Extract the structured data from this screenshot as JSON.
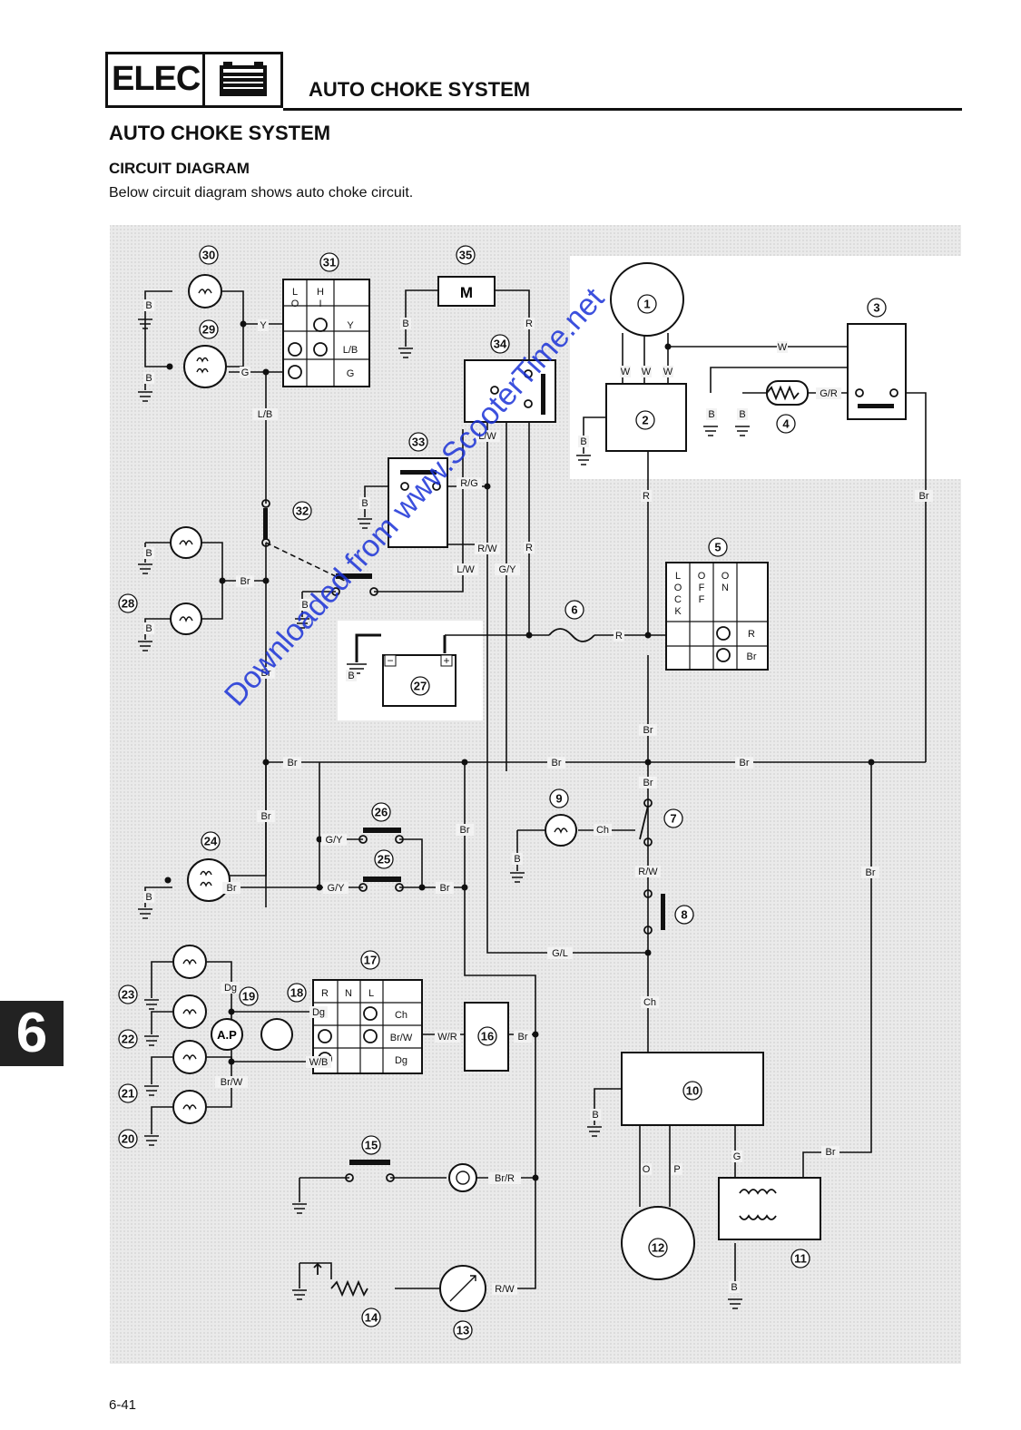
{
  "header": {
    "section_tab": "ELEC",
    "title": "AUTO CHOKE SYSTEM"
  },
  "page": {
    "title": "AUTO CHOKE SYSTEM",
    "subtitle": "CIRCUIT DIAGRAM",
    "description": "Below circuit diagram shows auto choke circuit.",
    "chapter_tab": "6",
    "page_number": "6-41",
    "watermark": "Downloaded from www.ScooterTime.net"
  },
  "diagram": {
    "component_numbers": [
      "1",
      "2",
      "3",
      "4",
      "5",
      "6",
      "7",
      "8",
      "9",
      "10",
      "11",
      "12",
      "13",
      "14",
      "15",
      "16",
      "17",
      "18",
      "19",
      "20",
      "21",
      "22",
      "23",
      "24",
      "25",
      "26",
      "27",
      "28",
      "29",
      "30",
      "31",
      "32",
      "33",
      "34",
      "35"
    ],
    "inner_labels": {
      "motor": "M",
      "ap": "A.P"
    },
    "switch_31": {
      "cols": [
        "LO",
        "HI"
      ],
      "rows": [
        "Y",
        "L/B",
        "G"
      ]
    },
    "switch_5": {
      "cols": [
        "LOCK",
        "OFF",
        "ON"
      ],
      "rows": [
        "R",
        "Br"
      ]
    },
    "switch_17": {
      "cols": [
        "R",
        "N",
        "L"
      ],
      "rows": [
        "Ch",
        "Br/W",
        "Dg"
      ]
    },
    "wire_labels": [
      "Y",
      "G",
      "B",
      "B",
      "B",
      "B",
      "B",
      "B",
      "B",
      "B",
      "B",
      "B",
      "B",
      "B",
      "B",
      "B",
      "B",
      "R",
      "R",
      "R",
      "R",
      "W",
      "W",
      "W",
      "W",
      "G/R",
      "L/B",
      "L/W",
      "L/W",
      "R/G",
      "R/W",
      "G/Y",
      "G/Y",
      "G/Y",
      "Br",
      "Br",
      "Br",
      "Br",
      "Br",
      "Br",
      "Br",
      "Br",
      "Br",
      "Br",
      "Br",
      "Br",
      "Br",
      "Br",
      "Br",
      "Br/R",
      "R/W",
      "R/W",
      "G/L",
      "Ch",
      "Ch",
      "Dg",
      "Dg",
      "Br/W",
      "W/B",
      "W/R",
      "O",
      "P",
      "G"
    ]
  }
}
